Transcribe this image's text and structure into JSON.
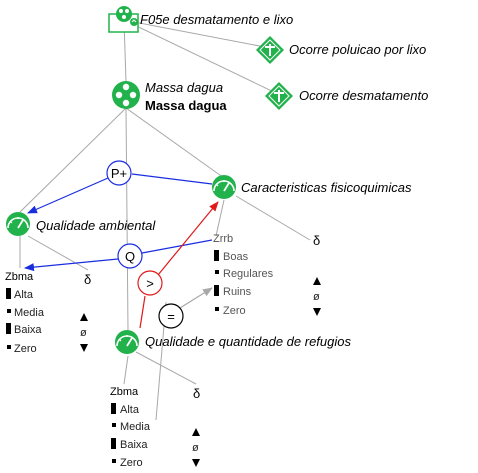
{
  "nodes": {
    "model": {
      "label": "F05e desmatamento e lixo"
    },
    "agent1": {
      "label": "Ocorre poluicao por lixo"
    },
    "agent2": {
      "label": "Ocorre desmatamento"
    },
    "entity": {
      "label_italic": "Massa dagua",
      "label_bold": "Massa dagua"
    },
    "q_fisico": {
      "label": "Caracteristicas fisicoquimicas"
    },
    "q_ambiental": {
      "label": "Qualidade ambiental"
    },
    "q_refugios": {
      "label": "Qualidade e quantidade de refugios"
    }
  },
  "relations": {
    "p_plus": "P+",
    "q_corr": "Q",
    "greater": ">",
    "equal": "="
  },
  "quantity_spaces": {
    "zbma_top": {
      "name": "Zbma",
      "values": [
        "Alta",
        "Media",
        "Baixa",
        "Zero"
      ]
    },
    "zrrb": {
      "name": "Zrrb",
      "values": [
        "Boas",
        "Regulares",
        "Ruins",
        "Zero"
      ]
    },
    "zbma_bottom": {
      "name": "Zbma",
      "values": [
        "Alta",
        "Media",
        "Baixa",
        "Zero"
      ]
    }
  },
  "derivatives": {
    "delta": "δ",
    "zero": "ø"
  },
  "colors": {
    "green": "#22b24c",
    "blue_arrow": "#1a2ee0",
    "red_arrow": "#e01a1a",
    "gray_line": "#a8a8a8"
  }
}
